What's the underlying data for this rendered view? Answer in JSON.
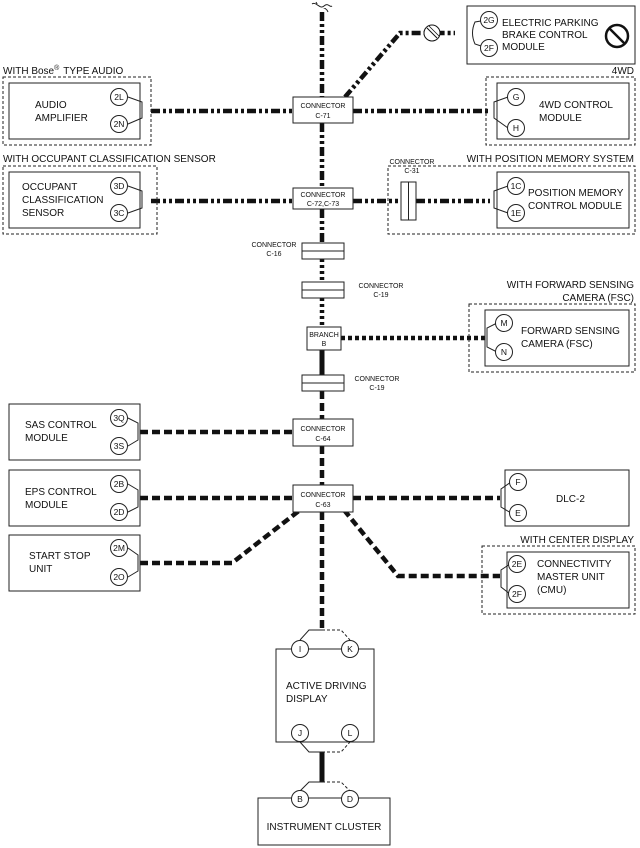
{
  "modules": {
    "epb": {
      "label": [
        "ELECTRIC PARKING",
        "BRAKE CONTROL",
        "MODULE"
      ],
      "pins": [
        "2G",
        "2F"
      ]
    },
    "audio": {
      "label": [
        "AUDIO",
        "AMPLIFIER"
      ],
      "pins": [
        "2L",
        "2N"
      ]
    },
    "awd": {
      "label": [
        "4WD CONTROL",
        "MODULE"
      ],
      "pins": [
        "G",
        "H"
      ]
    },
    "ocs": {
      "label": [
        "OCCUPANT",
        "CLASSIFICATION",
        "SENSOR"
      ],
      "pins": [
        "3D",
        "3C"
      ]
    },
    "pm": {
      "label": [
        "POSITION MEMORY",
        "CONTROL MODULE"
      ],
      "pins": [
        "1C",
        "1E"
      ]
    },
    "fsc": {
      "label": [
        "FORWARD SENSING",
        "CAMERA (FSC)"
      ],
      "pins": [
        "M",
        "N"
      ]
    },
    "sas": {
      "label": [
        "SAS CONTROL",
        "MODULE"
      ],
      "pins": [
        "3Q",
        "3S"
      ]
    },
    "eps": {
      "label": [
        "EPS CONTROL",
        "MODULE"
      ],
      "pins": [
        "2B",
        "2D"
      ]
    },
    "dlc": {
      "label": [
        "DLC-2"
      ],
      "pins": [
        "F",
        "E"
      ]
    },
    "ss": {
      "label": [
        "START STOP",
        "UNIT"
      ],
      "pins": [
        "2M",
        "2O"
      ]
    },
    "cmu": {
      "label": [
        "CONNECTIVITY",
        "MASTER UNIT",
        "(CMU)"
      ],
      "pins": [
        "2E",
        "2F"
      ]
    },
    "adp": {
      "label": [
        "ACTIVE DRIVING",
        "DISPLAY"
      ],
      "pins": [
        "I",
        "K",
        "J",
        "L"
      ]
    },
    "ic": {
      "label": [
        "INSTRUMENT CLUSTER"
      ],
      "pins": [
        "B",
        "D"
      ]
    }
  },
  "conditions": {
    "bose_prefix": "WITH Bose",
    "bose_mark": "®",
    "bose_suffix": "TYPE AUDIO",
    "awd": "4WD",
    "ocs": "WITH OCCUPANT CLASSIFICATION SENSOR",
    "pm": "WITH POSITION MEMORY SYSTEM",
    "fsc": [
      "WITH FORWARD SENSING",
      "CAMERA (FSC)"
    ],
    "cd": "WITH CENTER DISPLAY"
  },
  "connectors": {
    "c71": [
      "CONNECTOR",
      "C-71"
    ],
    "c72": [
      "CONNECTOR",
      "C-72,C-73"
    ],
    "c31": [
      "CONNECTOR",
      "C-31"
    ],
    "c16": [
      "CONNECTOR",
      "C-16"
    ],
    "c19a": [
      "CONNECTOR",
      "C-19"
    ],
    "branch": [
      "BRANCH",
      "B"
    ],
    "c19b": [
      "CONNECTOR",
      "C-19"
    ],
    "c64": [
      "CONNECTOR",
      "C-64"
    ],
    "c63": [
      "CONNECTOR",
      "C-63"
    ]
  }
}
